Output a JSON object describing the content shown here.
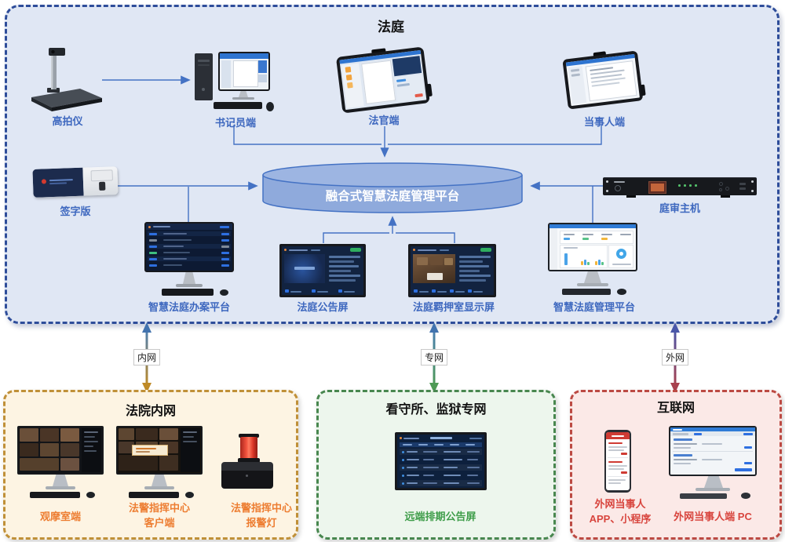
{
  "court_zone": {
    "title": "法庭",
    "platform_label": "融合式智慧法庭管理平台",
    "devices": {
      "doc_camera": "高拍仪",
      "clerk_pc": "书记员端",
      "judge_panel": "法官端",
      "party_panel": "当事人端",
      "signature_pad": "签字版",
      "case_platform": "智慧法庭办案平台",
      "notice_screen": "法庭公告屏",
      "detention_screen": "法庭羁押室显示屏",
      "mgmt_platform": "智慧法庭管理平台",
      "court_host": "庭审主机"
    }
  },
  "network_links": {
    "intranet": "内网",
    "private_net": "专网",
    "extranet": "外网"
  },
  "zones": [
    {
      "title": "法院内网",
      "items": [
        "观摩室端",
        "法警指挥中心\n客户端",
        "法警指挥中心\n报警灯"
      ]
    },
    {
      "title": "看守所、监狱专网",
      "items": [
        "远端排期公告屏"
      ]
    },
    {
      "title": "互联网",
      "items": [
        "外网当事人\nAPP、小程序",
        "外网当事人端 PC"
      ]
    }
  ],
  "colors": {
    "court_zone_fill": "#E0E7F4",
    "court_zone_border": "#2E4D9A",
    "connector_blue": "#4472C4",
    "platform_fill": "#8FAADC",
    "device_label_blue": "#3E68BF",
    "intranet_gold": "#BF8A26",
    "private_net_green": "#4E9A55",
    "extranet_red": "#A8414E",
    "zone1_label_orange": "#ED7D31",
    "zone2_label_green": "#3F9D4A",
    "zone3_label_red": "#D8453E"
  }
}
